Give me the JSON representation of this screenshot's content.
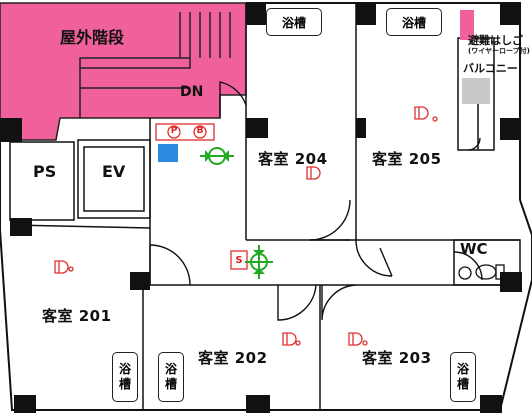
{
  "labels": {
    "stairs": "屋外階段",
    "dn": "DN",
    "ps": "PS",
    "ev": "EV",
    "wc": "WC",
    "balcony": "バルコニー",
    "ladder": "避難はしご",
    "ladder_note": "(ワイヤーロープ付)"
  },
  "rooms": {
    "r201": "客室 201",
    "r202": "客室 202",
    "r203": "客室 203",
    "r204": "客室 204",
    "r205": "客室 205"
  },
  "bath": {
    "label": "浴槽",
    "char1": "浴",
    "char2": "槽"
  },
  "symbols": {
    "p": "P",
    "b": "B",
    "s": "S"
  },
  "colors": {
    "stairs_fill": "#f0609a",
    "wall": "#111111",
    "device_red": "#e03030",
    "device_green": "#22aa22",
    "panel_blue": "#2a8ae0",
    "balcony_gray": "#c8c8c8"
  }
}
